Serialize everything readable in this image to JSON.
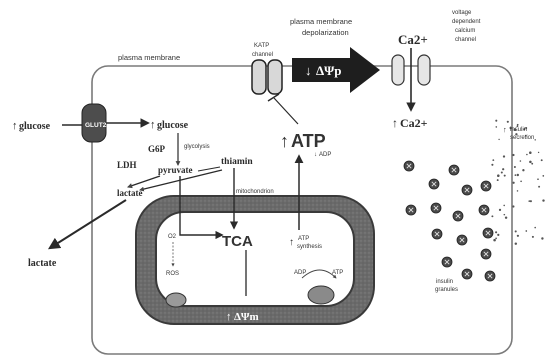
{
  "labels": {
    "plasma_membrane": "plasma membrane",
    "katp_channel": "KATP",
    "katp_channel_2": "channel",
    "depolarization_1": "plasma membrane",
    "depolarization_2": "depolarization",
    "psi_p": "ΔΨp",
    "vdcc_1": "voltage",
    "vdcc_2": "dependent",
    "vdcc_3": "calcium",
    "vdcc_4": "channel",
    "ca_out": "Ca2+",
    "ca_in": "Ca2+",
    "glucose_out": "glucose",
    "glut2": "GLUT2",
    "glucose_in": "glucose",
    "g6p": "G6P",
    "glycolysis": "glycolysis",
    "ldh": "LDH",
    "pyruvate": "pyruvate",
    "thiamin": "thiamin",
    "lactate_in": "lactate",
    "lactate_out": "lactate",
    "mitochondrion": "mitochondrion",
    "tca": "TCA",
    "atp": "ATP",
    "adp": "ADP",
    "atp_synthesis_1": "ATP",
    "atp_synthesis_2": "synthesis",
    "adp_small": "ADP",
    "atp_small": "ATP",
    "o2": "O2",
    "ros": "ROS",
    "psi_m": "ΔΨm",
    "insulin_secretion_1": "insulin",
    "insulin_secretion_2": "secretion",
    "insulin_granules_1": "insulin",
    "insulin_granules_2": "granules"
  },
  "colors": {
    "mito_outer": "#6e6e6e",
    "mito_inner_stroke": "#4a4a4a",
    "cell_border": "#7a7a7a",
    "arrow": "#2a2a2a",
    "channel_fill": "#d8d8d8",
    "granule_fill": "#4a4a4a"
  }
}
